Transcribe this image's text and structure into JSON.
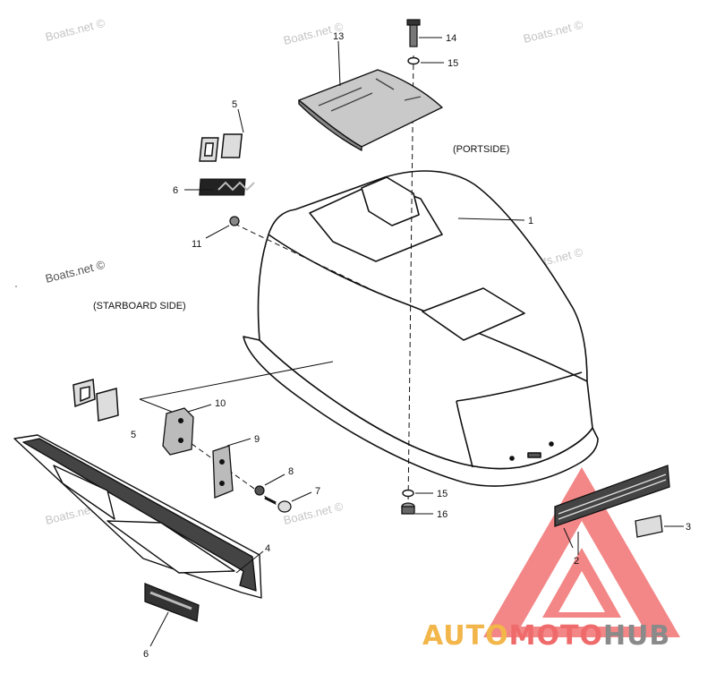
{
  "captions": {
    "portside": "(PORTSIDE)",
    "starboard": "(STARBOARD SIDE)"
  },
  "watermarks": {
    "text": "Boats.net ©"
  },
  "brand": {
    "part1": "AUTO",
    "part2": "MOTO",
    "part3": "HUB",
    "color1": "#f2b64a",
    "color2": "#ef6a6a",
    "color3": "#8a8a8a"
  },
  "callouts": {
    "c1": "1",
    "c2": "2",
    "c3": "3",
    "c4": "4",
    "c5a": "5",
    "c5b": "5",
    "c6a": "6",
    "c6b": "6",
    "c7": "7",
    "c8": "8",
    "c9": "9",
    "c10": "10",
    "c11": "11",
    "c13": "13",
    "c14": "14",
    "c15a": "15",
    "c15b": "15",
    "c16": "16"
  }
}
